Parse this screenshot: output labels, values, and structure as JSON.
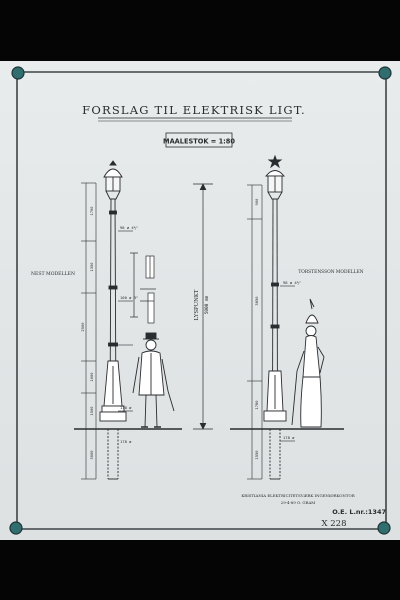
{
  "drawing": {
    "title": "FORSLAG TIL ELEKTRISK LIGT.",
    "scale": "MAALESTOK = 1:80",
    "left_label": "NEST MODELLEN",
    "right_label": "TORSTENSSON MODELLEN",
    "center_label": "LYSPUNKT",
    "office_line1": "KRISTIANIA ELEKTRICITETSVÆRK INGENIØRKONTOR",
    "office_line2": "29-4-89  O. GRAM",
    "archive_number": "O.E. L.nr.:1347",
    "catalog_number": "X 228",
    "left_dims": {
      "d1": "1700",
      "d2": "1350",
      "d3": "2500",
      "d4": "1000",
      "d5": "1500",
      "d6": "3000",
      "s1": "98 ø 4½\"",
      "s2": "100 ø 3\"",
      "s3": "110 ø",
      "s4": "178 ø"
    },
    "right_dims": {
      "d1": "900",
      "d2": "3850",
      "d3": "1780",
      "d4": "1550",
      "s1": "98 ø 4½\"",
      "s2": "178 ø"
    },
    "center_dims": {
      "height": "5000 mm"
    },
    "colors": {
      "paper": "#e6e9ea",
      "ink": "#2a2d30",
      "frame_dots": "#2f6d6f",
      "border": "#3e4446"
    }
  }
}
